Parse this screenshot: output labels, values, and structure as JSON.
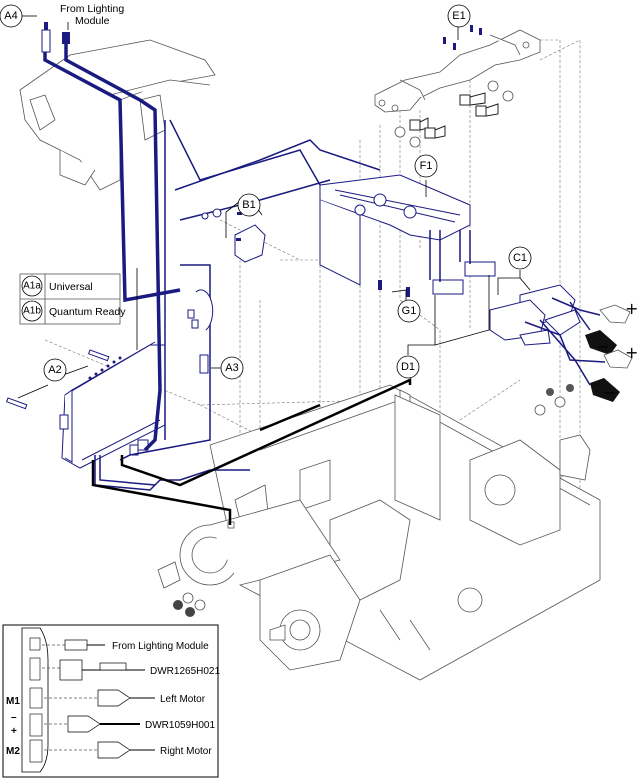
{
  "diagram": {
    "title": "Electronics exploded view - controller, harness, battery connectors",
    "colors": {
      "harness": "#1a1a80",
      "motor_cable": "#000000",
      "part_outline": "#555555",
      "hidden_line": "#777777"
    },
    "callouts": {
      "A4": "A4",
      "A2": "A2",
      "A3": "A3",
      "B1": "B1",
      "C1": "C1",
      "D1": "D1",
      "E1": "E1",
      "F1": "F1",
      "G1": "G1"
    },
    "labels": {
      "from_lighting_line1": "From Lighting",
      "from_lighting_line2": "Module"
    },
    "variant_table": [
      {
        "id": "A1a",
        "label": "Universal"
      },
      {
        "id": "A1b",
        "label": "Quantum Ready"
      }
    ],
    "polarity": {
      "plus": "+",
      "minus": "−"
    },
    "inset": {
      "port_labels": {
        "m1": "M1",
        "minus": "–",
        "plus": "+",
        "m2": "M2"
      },
      "connections": [
        "From Lighting Module",
        "DWR1265H021",
        "Left Motor",
        "DWR1059H001",
        "Right Motor"
      ]
    }
  }
}
